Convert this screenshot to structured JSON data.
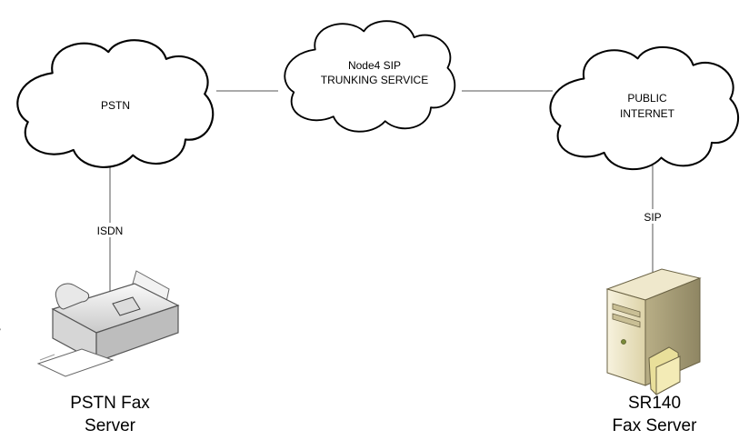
{
  "clouds": {
    "pstn": {
      "lines": [
        "PSTN"
      ]
    },
    "sip": {
      "lines": [
        "Node4 SIP",
        "TRUNKING SERVICE"
      ]
    },
    "internet": {
      "lines": [
        "PUBLIC",
        "INTERNET"
      ]
    }
  },
  "links": {
    "isdn": "ISDN",
    "sip": "SIP"
  },
  "devices": {
    "fax_machine": {
      "lines": [
        "PSTN Fax",
        "Server"
      ]
    },
    "fax_server": {
      "lines": [
        "SR140",
        "Fax Server"
      ]
    }
  }
}
